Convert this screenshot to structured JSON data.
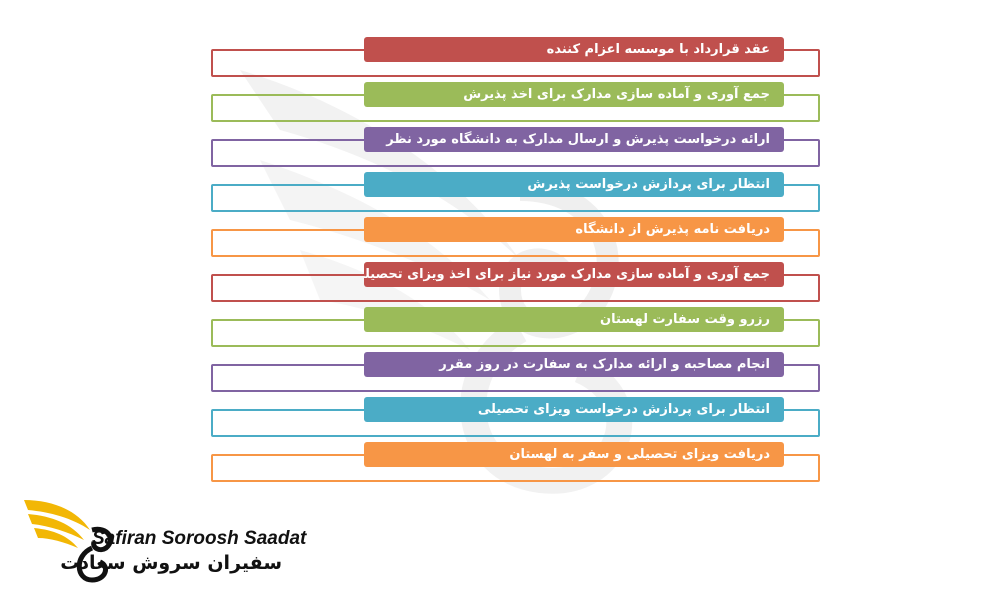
{
  "steps": [
    {
      "label": "عقد قرارداد با موسسه اعزام کننده",
      "color": "#c0504d"
    },
    {
      "label": "جمع آوری و آماده سازی مدارک برای اخذ پذیرش",
      "color": "#9bbb59"
    },
    {
      "label": "ارائه درخواست پذیرش و ارسال مدارک به دانشگاه مورد نظر",
      "color": "#8064a2"
    },
    {
      "label": "انتظار برای پردازش درخواست پذیرش",
      "color": "#4bacc6"
    },
    {
      "label": "دریافت نامه پذیرش از دانشگاه",
      "color": "#f79646"
    },
    {
      "label": "جمع آوری و آماده سازی مدارک مورد نیاز برای اخذ ویزای تحصیلی",
      "color": "#c0504d"
    },
    {
      "label": "رزرو وقت سفارت لهستان",
      "color": "#9bbb59"
    },
    {
      "label": "انجام مصاحبه و ارائه مدارک به سفارت در روز مقرر",
      "color": "#8064a2"
    },
    {
      "label": "انتظار برای پردازش درخواست ویزای تحصیلی",
      "color": "#4bacc6"
    },
    {
      "label": "دریافت ویزای تحصیلی و سفر به لهستان",
      "color": "#f79646"
    }
  ],
  "brand": {
    "name_en": "Safiran Soroosh Saadat",
    "name_fa": "سفیران سروش سعادت",
    "logo_icon": "winged-bird-logo",
    "logo_color": "#f2b705"
  },
  "watermark_icon": "winged-bird-watermark"
}
